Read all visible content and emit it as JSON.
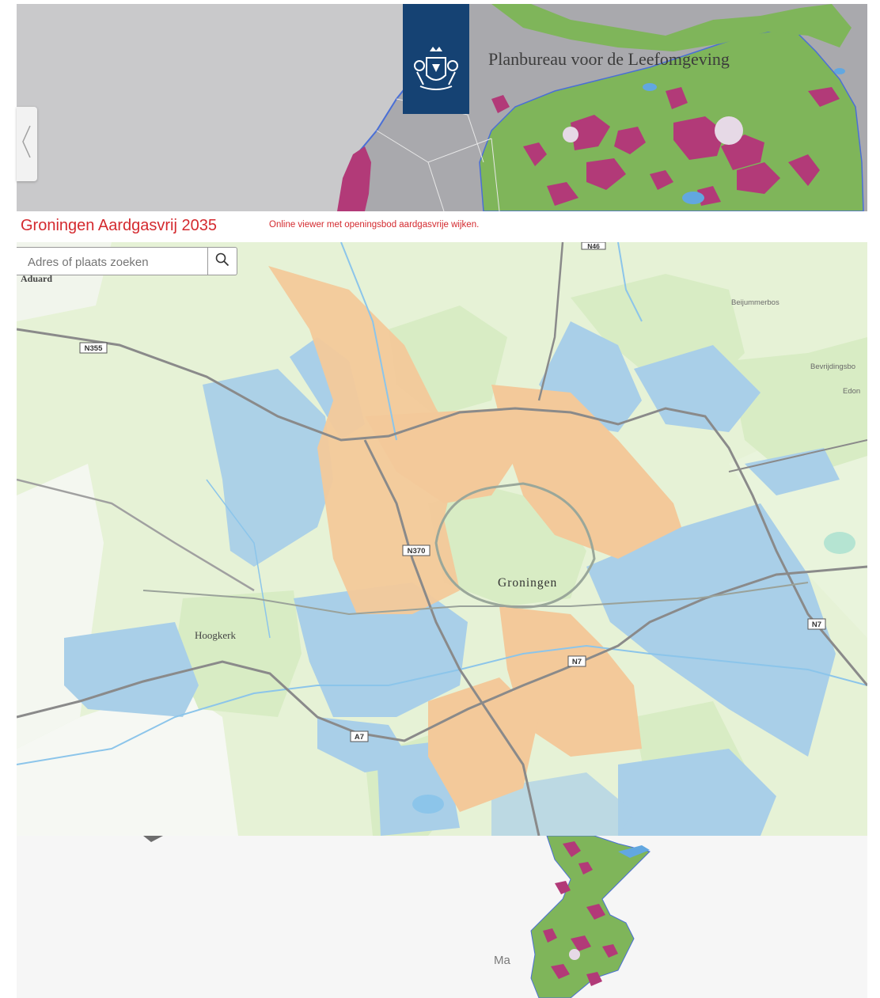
{
  "organization": {
    "name": "Planbureau voor de Leefomgeving"
  },
  "header": {
    "title": "Groningen Aardgasvrij 2035",
    "subtitle": "Online viewer met openingsbod aardgasvrije wijken."
  },
  "search": {
    "placeholder": "Adres of plaats zoeken"
  },
  "map_labels": {
    "city": "Groningen",
    "hoogkerk": "Hoogkerk",
    "aduard": "Aduard",
    "beijummerbos": "Beijummerbos",
    "bevrijdingsbos": "Bevrijdingsbo",
    "edon": "Edon",
    "bottom_ma": "Ma"
  },
  "road_shields": {
    "n355": "N355",
    "n370": "N370",
    "n7_center": "N7",
    "n7_east": "N7",
    "a7": "A7",
    "n46": "N46"
  },
  "icons": {
    "prev": "chevron-left-icon",
    "search": "magnifier-icon",
    "logo": "coat-of-arms-icon"
  },
  "colors": {
    "accent_red": "#d42a2f",
    "rijksoverheid_blue": "#154273",
    "zone_orange": "#f3c99a",
    "zone_blue": "#a9cfe8",
    "zone_green": "#d8ecc4",
    "land_green": "#7fb55a",
    "built_magenta": "#b23a78"
  }
}
